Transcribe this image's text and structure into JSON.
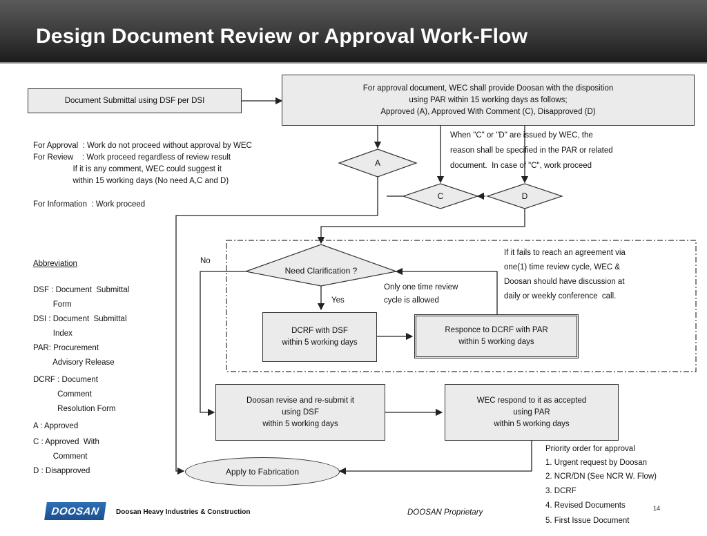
{
  "title": "Design Document Review or Approval Work-Flow",
  "submittal_box": "Document Submittal using DSF per DSI",
  "approval_box": [
    "For approval document,  WEC shall provide Doosan with the disposition",
    "using PAR within 15 working days as follows;",
    "Approved (A), Approved With Comment (C), Disapproved (D)"
  ],
  "notes_left": [
    "For Approval  : Work do not proceed without approval by WEC",
    "For Review    : Work proceed regardless of review result",
    "                  If it is any comment, WEC could suggest it",
    "                  within 15 working days (No need A,C and D)",
    "For Information  : Work proceed"
  ],
  "notes_right": [
    "When \"C\" or \"D\" are issued by WEC, the",
    "reason shall be specified in the PAR or related",
    "document.  In case of \"C\", work proceed"
  ],
  "decisions": {
    "a": "A",
    "c": "C",
    "d": "D",
    "clarification": "Need Clarification ?"
  },
  "labels": {
    "no": "No",
    "yes": "Yes"
  },
  "review_note": [
    "Only one time review",
    "cycle is allowed"
  ],
  "agreement_note": [
    "If it fails to reach an agreement via",
    "one(1) time review cycle, WEC &",
    "Doosan should have discussion at",
    "daily or weekly conference  call."
  ],
  "dcrf_box": [
    "DCRF with DSF",
    "within 5 working days"
  ],
  "response_box": [
    "Responce to DCRF with PAR",
    "within 5 working days"
  ],
  "revise_box": [
    "Doosan revise and re-submit it",
    "using DSF",
    "within 5 working days"
  ],
  "wec_respond_box": [
    "WEC respond to it as accepted",
    "using PAR",
    "within 5 working days"
  ],
  "fabrication": "Apply to Fabrication",
  "abbreviation": {
    "heading": "Abbreviation",
    "lines": [
      "DSF : Document  Submittal",
      "         Form",
      "DSI : Document  Submittal",
      "         Index",
      "PAR: Procurement",
      "         Advisory Release",
      "DCRF : Document",
      "           Comment",
      "           Resolution Form",
      "A : Approved",
      "C : Approved  With",
      "         Comment",
      "D : Disapproved"
    ]
  },
  "priority": {
    "heading": "Priority order for approval",
    "items": [
      "1. Urgent request by Doosan",
      "2. NCR/DN (See NCR W. Flow)",
      "3. DCRF",
      "4. Revised Documents",
      "5. First Issue Document"
    ]
  },
  "footer": {
    "logo": "DOOSAN",
    "company": "Doosan Heavy Industries & Construction",
    "proprietary": "DOOSAN Proprietary",
    "page": "14"
  }
}
